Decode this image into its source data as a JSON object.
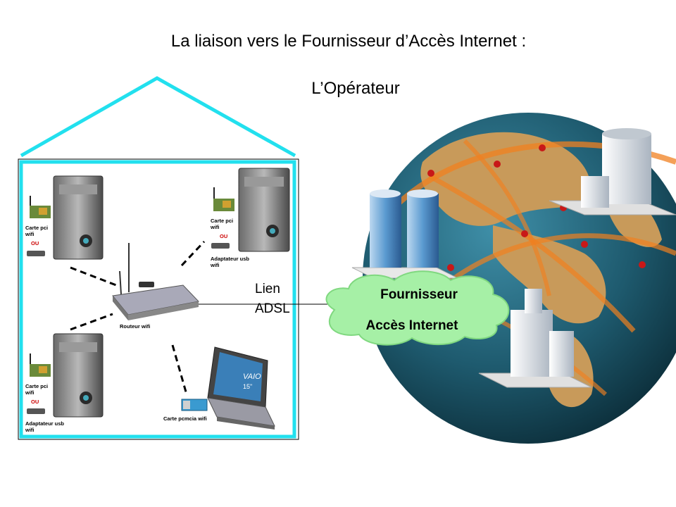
{
  "title_line1": "La liaison vers le Fournisseur d’Accès Internet :",
  "title_line2": "L’Opérateur",
  "link": {
    "line1": "Lien",
    "line2": "ADSL"
  },
  "cloud": {
    "line1": "Fournisseur",
    "line2": "Accès Internet"
  },
  "devices": {
    "pc_top_left": {
      "card": "Carte pci\nwifi",
      "or": "OU",
      "usb": ""
    },
    "pc_top_right": {
      "card": "Carte pci\nwifi",
      "or": "OU",
      "usb": "Adaptateur usb\nwifi"
    },
    "pc_bottom_left": {
      "card": "Carte pci\nwifi",
      "or": "OU",
      "usb": "Adaptateur usb\nwifi"
    },
    "router": "Routeur wifi",
    "laptop_card": "Carte pcmcia wifi",
    "laptop_brand": "VAIO",
    "laptop_size": "15\""
  },
  "colors": {
    "house": "#22e0ee",
    "cloud": "#a6f0a6",
    "ocean": "#1e5a6e",
    "land": "#c89a5a",
    "arc": "#f08020"
  }
}
